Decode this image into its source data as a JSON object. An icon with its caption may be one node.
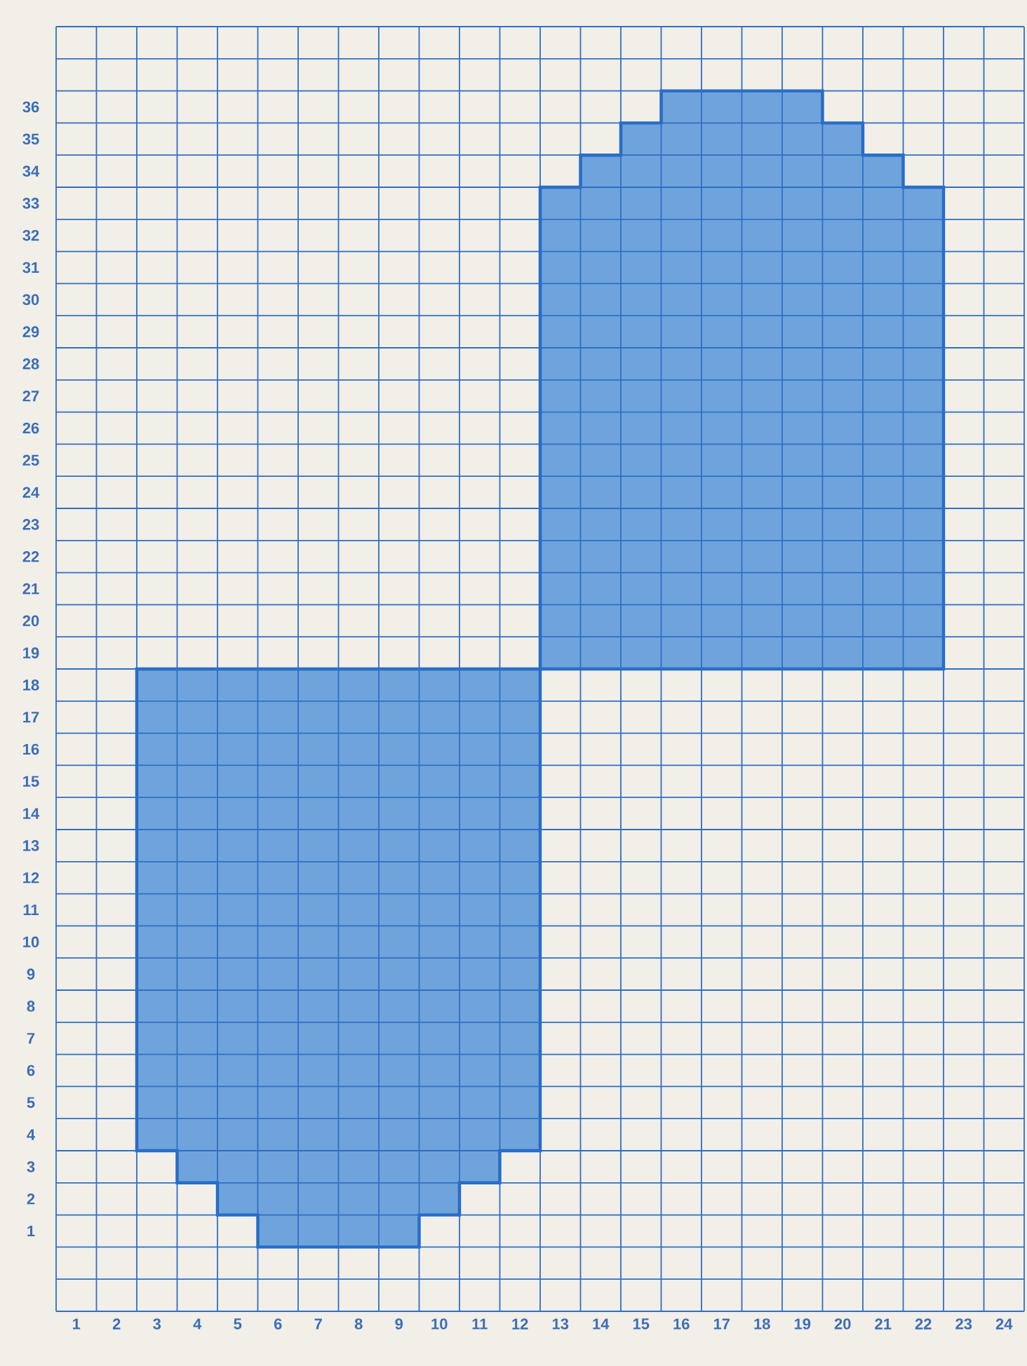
{
  "diagram": {
    "labels": [
      "36",
      "35",
      "34",
      "33",
      "32",
      "31",
      "30",
      "29",
      "28",
      "27",
      "26",
      "25",
      "24",
      "23",
      "22",
      "21",
      "20",
      "19",
      "18",
      "17",
      "16",
      "15",
      "14",
      "13",
      "12",
      "11",
      "10",
      "9",
      "8",
      "7",
      "6",
      "5",
      "4",
      "3",
      "2",
      "1",
      "1",
      "2",
      "3",
      "4",
      "5",
      "6",
      "7",
      "8",
      "9",
      "10",
      "11",
      "12",
      "13",
      "14",
      "15",
      "16",
      "17",
      "18",
      "19",
      "20",
      "21",
      "22",
      "23",
      "24"
    ]
  }
}
